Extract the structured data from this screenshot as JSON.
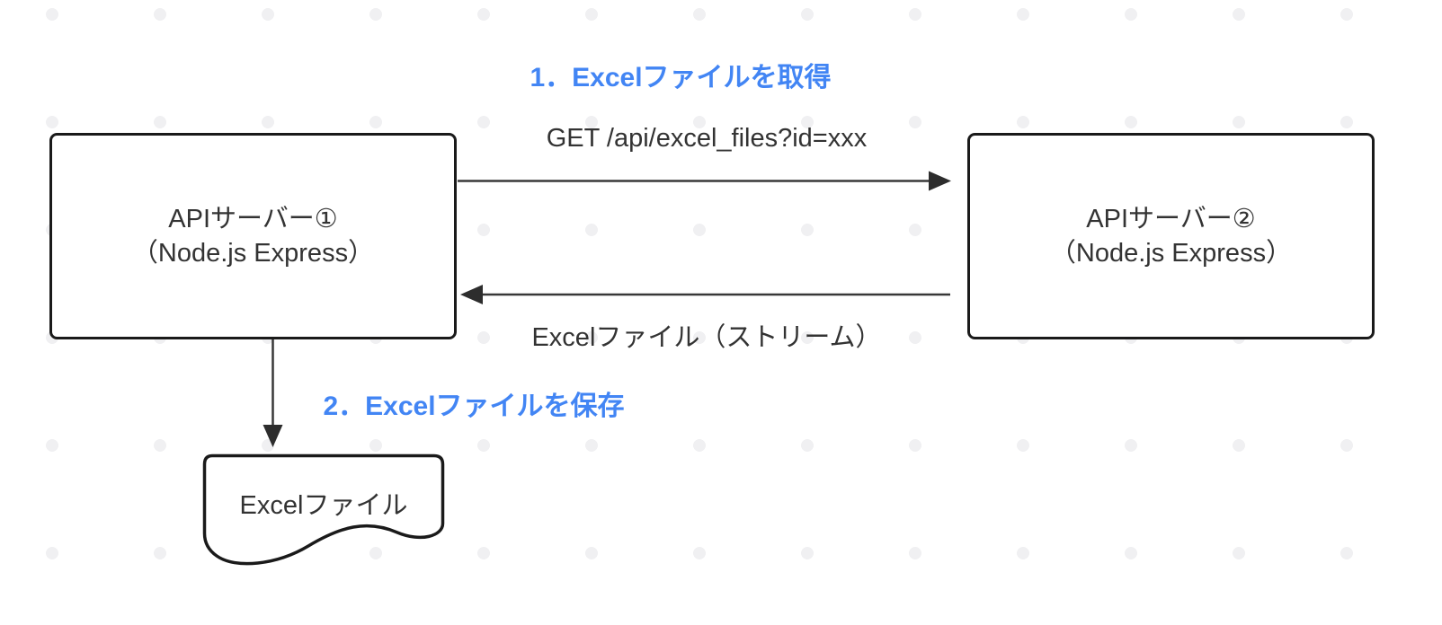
{
  "diagram": {
    "step1_label": "1．Excelファイルを取得",
    "step2_label": "2．Excelファイルを保存",
    "request_label": "GET /api/excel_files?id=xxx",
    "response_label": "Excelファイル（ストリーム）",
    "server1_name": "APIサーバー①",
    "server1_sub": "（Node.js Express）",
    "server2_name": "APIサーバー②",
    "server2_sub": "（Node.js Express）",
    "document_label": "Excelファイル",
    "colors": {
      "accent_blue": "#4285F4",
      "line_color": "#383838",
      "box_border": "#1A1A1A",
      "text_color": "#333333",
      "dot_color": "#F0F0F2",
      "background": "#FFFFFF"
    }
  }
}
